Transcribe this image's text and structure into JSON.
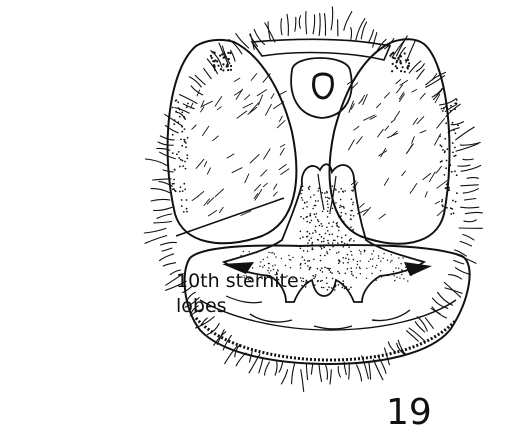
{
  "figure": {
    "label_line1": "10th sternite",
    "label_line2": "lobes",
    "number": "19"
  },
  "colors": {
    "ink": "#111111",
    "background": "#ffffff"
  }
}
